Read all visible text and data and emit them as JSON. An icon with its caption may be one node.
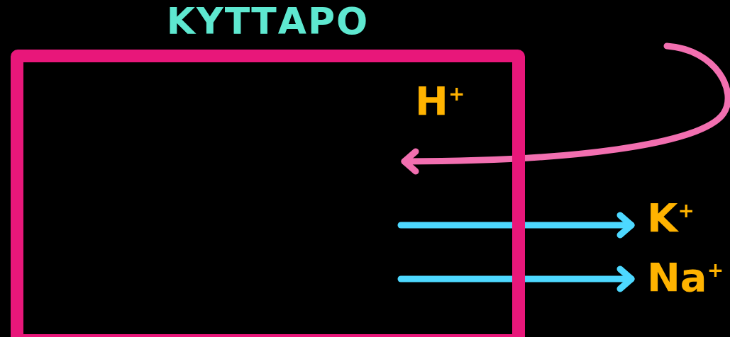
{
  "diagram": {
    "nodes": [
      {
        "text": [
          "ΚΥΤΤΑΡΟ"
        ]
      },
      {
        "text": [
          "K$^{+}$"
        ]
      },
      {
        "text": [
          "Na$^{+}$"
        ]
      }
    ],
    "edges": [
      {
        "from": null,
        "to": 0,
        "arrow": "to",
        "color": "#f26fb0"
      },
      {
        "from": 0,
        "to": 1,
        "arrow": "to"
      },
      {
        "from": 0,
        "to": 2,
        "arrow": "to"
      }
    ],
    "labels": [
      "H$^{+}$"
    ]
  }
}
